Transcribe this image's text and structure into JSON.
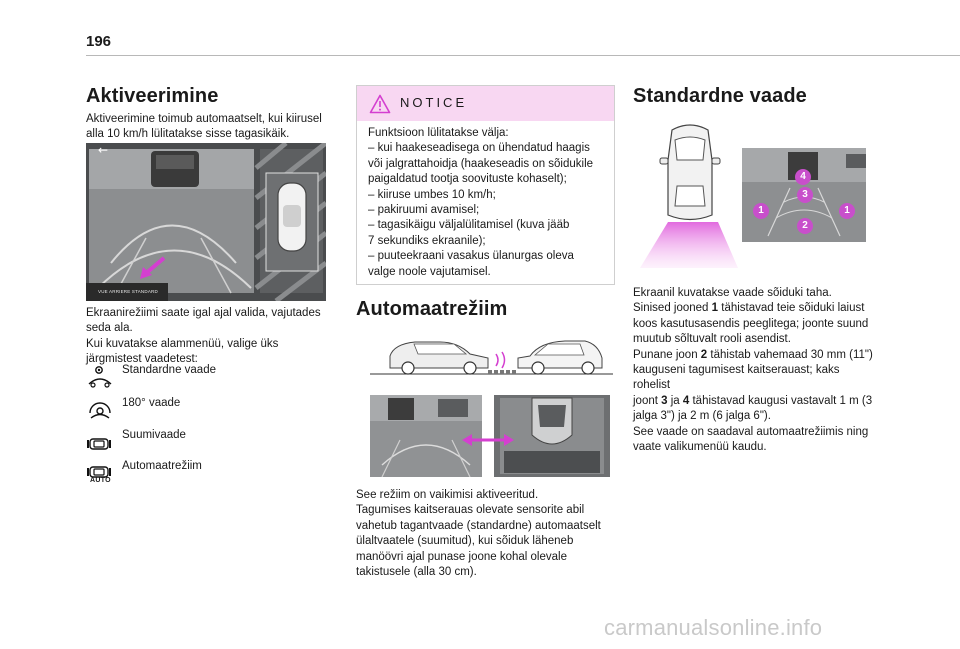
{
  "page": {
    "number": "196",
    "watermark": "carmanualsonline.info"
  },
  "activation": {
    "title": "Aktiveerimine",
    "intro": "Aktiveerimine toimub automaatselt, kui kiirusel alla 10 km/h lülitatakse sisse tagasikäik.",
    "screen_banner": "VUE ARRIERE STANDARD",
    "modes_text_1": "Ekraanirežiimi saate igal ajal valida, vajutades seda ala.",
    "modes_text_2": "Kui kuvatakse alammenüü, valige üks järgmistest vaadetest:",
    "views": [
      {
        "label": "Standardne vaade",
        "icon": "standard-view-icon"
      },
      {
        "label": "180° vaade",
        "icon": "view-180-icon"
      },
      {
        "label": "Suumivaade",
        "icon": "zoom-view-icon"
      },
      {
        "label": "Automaatrežiim",
        "icon": "auto-mode-icon",
        "icon_text": "AUTO"
      }
    ]
  },
  "notice": {
    "title": "NOTICE",
    "lines": [
      "Funktsioon lülitatakse välja:",
      "–  kui haakeseadisega on ühendatud haagis",
      "või jalgrattahoidja (haakeseadis on sõidukile",
      "paigaldatud tootja soovituste kohaselt);",
      "–  kiiruse umbes 10 km/h;",
      "–  pakiruumi avamisel;",
      "–  tagasikäigu väljalülitamisel (kuva jääb",
      "7 sekundiks ekraanile);",
      "–  puuteekraani vasakus ülanurgas oleva",
      "valge noole vajutamisel."
    ]
  },
  "auto_mode": {
    "title": "Automaatrežiim",
    "lines": [
      "See režiim on vaikimisi aktiveeritud.",
      "Tagumises kaitserauas olevate sensorite abil",
      "vahetub tagantvaade (standardne) automaatselt",
      "ülaltvaatele (suumitud), kui sõiduk läheneb",
      "manöövri ajal punase joone kohal olevale",
      "takistusele (alla 30 cm)."
    ]
  },
  "standard_view": {
    "title": "Standardne vaade",
    "markers": [
      "1",
      "2",
      "3",
      "4",
      "1"
    ],
    "line1": "Ekraanil kuvatakse vaade sõiduki taha.",
    "line2": "Sinised jooned ",
    "line2_b": "1",
    "line2_rest": " tähistavad teie sõiduki laiust",
    "line3": "koos kasutusasendis peeglitega; joonte suund",
    "line4": "muutub sõltuvalt rooli asendist.",
    "line5": "Punane joon ",
    "line5_b": "2",
    "line5_rest": " tähistab vahemaad 30 mm (11\")",
    "line6": "kauguseni tagumisest kaitserauast; kaks rohelist",
    "line7": "joont ",
    "line7_b1": "3",
    "line7_mid": " ja ",
    "line7_b2": "4",
    "line7_rest": " tähistavad kaugusi vastavalt 1 m (3",
    "line8": "jalga 3\") ja 2 m (6 jalga 6\").",
    "line9": "See vaade on saadaval automaatrežiimis ning",
    "line10": "vaate valikumenüü kaudu."
  },
  "colors": {
    "notice_bg": "#f8d7f2",
    "accent_magenta": "#d43fd0",
    "camera_gray": "#7a7c7e"
  }
}
